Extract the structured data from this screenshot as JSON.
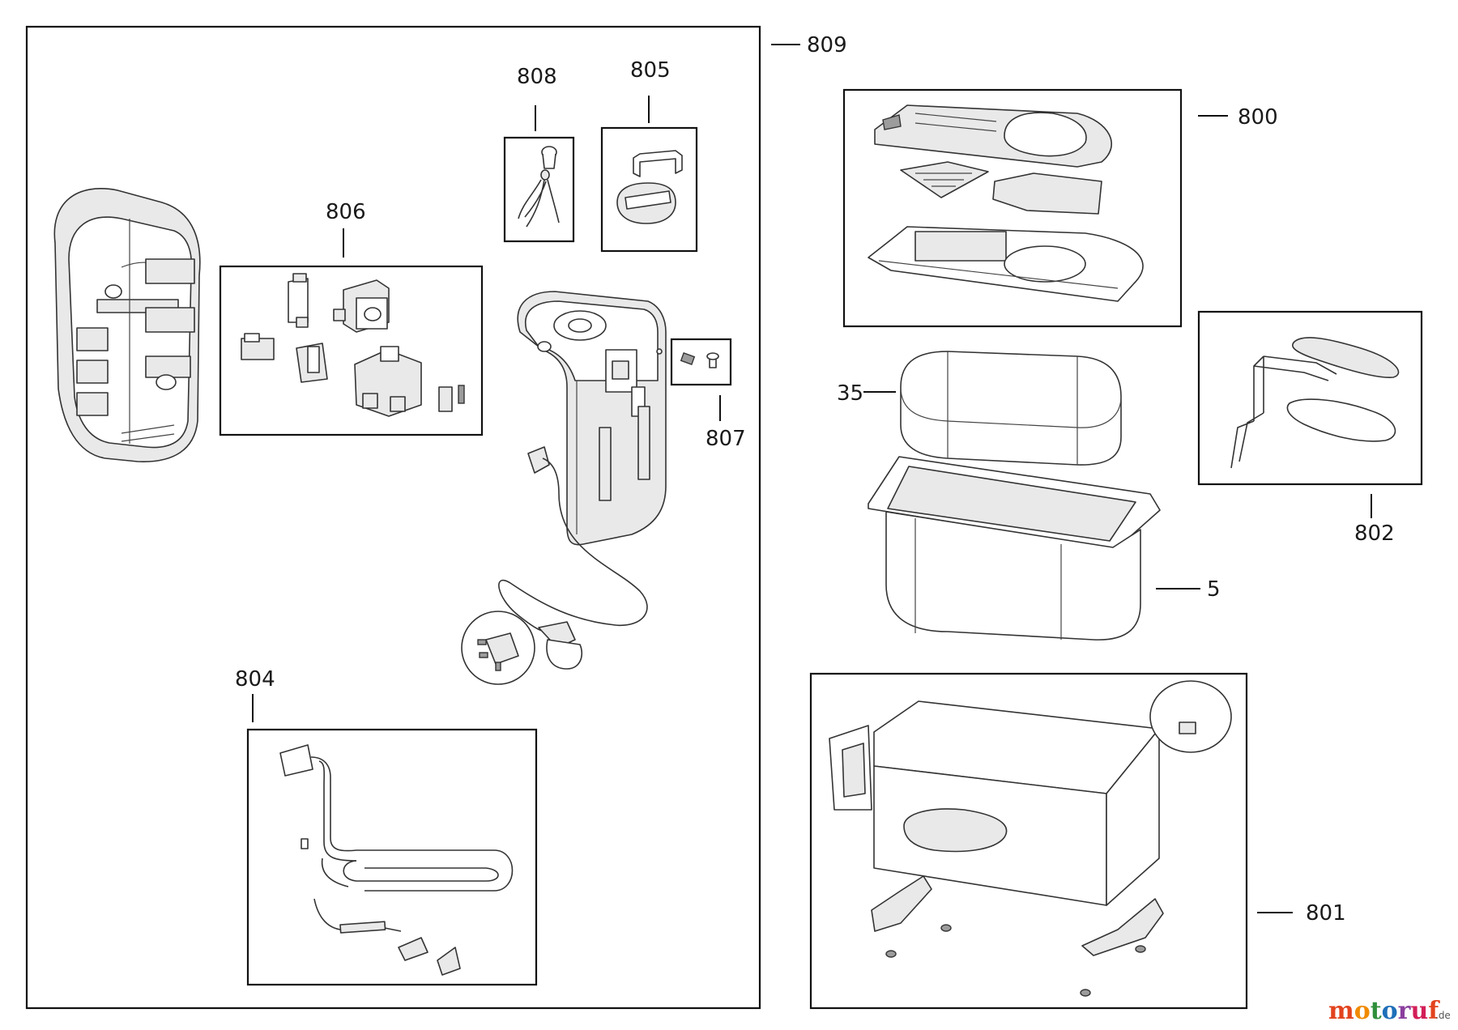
{
  "labels": {
    "p809": "809",
    "p808": "808",
    "p805": "805",
    "p806": "806",
    "p807": "807",
    "p804": "804",
    "p800": "800",
    "p35": "35",
    "p802": "802",
    "p5": "5",
    "p801": "801"
  },
  "watermark": {
    "brand": "motoruf",
    "suffix": ".de",
    "colors": [
      "#e2431e",
      "#f08a00",
      "#2f8f3a",
      "#1f6fb8",
      "#8a3f9e",
      "#d21f57",
      "#e2431e"
    ]
  }
}
